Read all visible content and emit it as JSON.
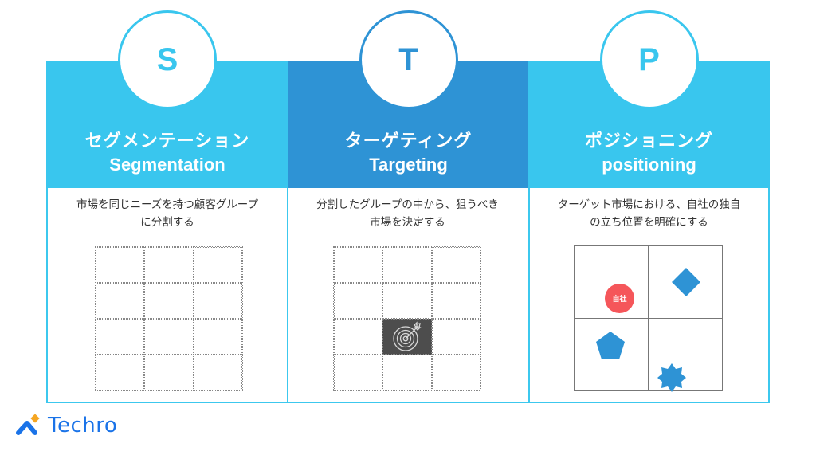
{
  "colors": {
    "light_blue": "#39c6ee",
    "mid_blue": "#2e93d5",
    "border": "#3cc8ee",
    "target_cell": "#4d4d4d",
    "self_marker": "#f5565a",
    "shape_fill": "#2e93d5",
    "logo_blue": "#1a73e8",
    "logo_accent": "#f5a623"
  },
  "panels": [
    {
      "letter": "S",
      "title_jp": "セグメンテーション",
      "title_en": "Segmentation",
      "description_line1": "市場を同じニーズを持つ顧客グループ",
      "description_line2": "に分割する",
      "visual": "dotted-grid-3x4"
    },
    {
      "letter": "T",
      "title_jp": "ターゲティング",
      "title_en": "Targeting",
      "description_line1": "分割したグループの中から、狙うべき",
      "description_line2": "市場を決定する",
      "visual": "dotted-grid-3x4-with-target",
      "target_cell": {
        "row": 3,
        "col": 2
      },
      "target_icon": "bullseye-arrow-icon"
    },
    {
      "letter": "P",
      "title_jp": "ポジショニング",
      "title_en": "positioning",
      "description_line1": "ターゲット市場における、自社の独自",
      "description_line2": "の立ち位置を明確にする",
      "visual": "positioning-map-2x2",
      "self_label": "自社",
      "competitor_shapes": [
        "diamond",
        "pentagon",
        "octagram-star"
      ]
    }
  ],
  "logo": {
    "text": "Techro"
  }
}
